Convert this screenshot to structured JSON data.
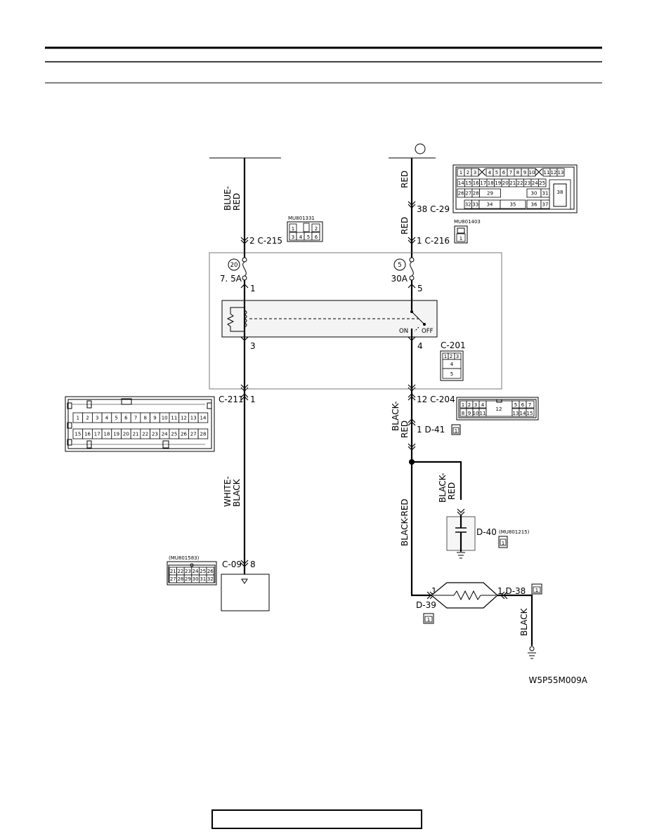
{
  "fuse_left": {
    "number": "20",
    "rating": "7. 5A"
  },
  "fuse_right": {
    "number": "5",
    "rating": "30A"
  },
  "relay": {
    "on_label": "ON",
    "off_label": "OFF"
  },
  "pins": {
    "p1": "1",
    "p5": "5",
    "p3": "3",
    "p4": "4"
  },
  "connectors": {
    "c215": "2 C-215",
    "c216": "1 C-216",
    "c29": "38 C-29",
    "c201": "C-201",
    "c211": "C-211",
    "c211_pin": "1",
    "c204": "12 C-204",
    "d41": "1 D-41",
    "d40": "D-40",
    "c09": "C-09",
    "c09_pin": "8",
    "d39_pin": "1",
    "d39": "D-39",
    "d38": "1 D-38"
  },
  "part_numbers": {
    "mu801331": "MU801331",
    "mu801403": "MU801403",
    "mu801215": "(MU801215)",
    "mu801583": "(MU801583)"
  },
  "wires": {
    "blue_red": [
      "BLUE-",
      "RED"
    ],
    "red_top": "RED",
    "red_mid": "RED",
    "black_red_upper": [
      "BLACK-",
      "RED"
    ],
    "black_red_branch": [
      "BLACK-",
      "RED"
    ],
    "black_red_long": "BLACK-RED",
    "white_black": [
      "WHITE-",
      "BLACK"
    ],
    "black": "BLACK"
  },
  "c29_pins": {
    "row1": [
      "1",
      "2",
      "3",
      "4",
      "5",
      "6",
      "7",
      "8",
      "9",
      "10",
      "11",
      "12",
      "13"
    ],
    "row2": [
      "14",
      "15",
      "16",
      "17",
      "18",
      "19",
      "20",
      "21",
      "22",
      "23",
      "24",
      "25"
    ],
    "row3": [
      "26",
      "27",
      "28",
      "29",
      "30",
      "31"
    ],
    "row4": [
      "32",
      "33",
      "34",
      "35",
      "36",
      "37"
    ],
    "big": "38"
  },
  "c215_pins": [
    "1",
    "2",
    "3",
    "4",
    "5",
    "6"
  ],
  "c216_pin": "1",
  "c201_pins": [
    "1",
    "2",
    "3",
    "4",
    "5"
  ],
  "c204_pins": {
    "left_top": [
      "1",
      "2",
      "3",
      "4"
    ],
    "left_bottom": [
      "8",
      "9",
      "10",
      "11"
    ],
    "mid": "12",
    "right_top": [
      "5",
      "6",
      "7"
    ],
    "right_bottom": [
      "13",
      "14",
      "15"
    ]
  },
  "c211_pins": {
    "row1": [
      "1",
      "2",
      "3",
      "4",
      "5",
      "6",
      "7",
      "8",
      "9",
      "10",
      "11",
      "12",
      "13",
      "14"
    ],
    "row2": [
      "15",
      "16",
      "17",
      "18",
      "19",
      "20",
      "21",
      "22",
      "23",
      "24",
      "25",
      "26",
      "27",
      "28"
    ]
  },
  "c09_pins": {
    "row1": [
      "21",
      "22",
      "23",
      "24",
      "25",
      "26"
    ],
    "row2": [
      "27",
      "28",
      "29",
      "30",
      "31",
      "32"
    ]
  },
  "d41_pin": "1",
  "d40_pin": "1",
  "d39_pin_box": "1",
  "d38_pin_box": "1",
  "figure_code": "W5P55M009A"
}
